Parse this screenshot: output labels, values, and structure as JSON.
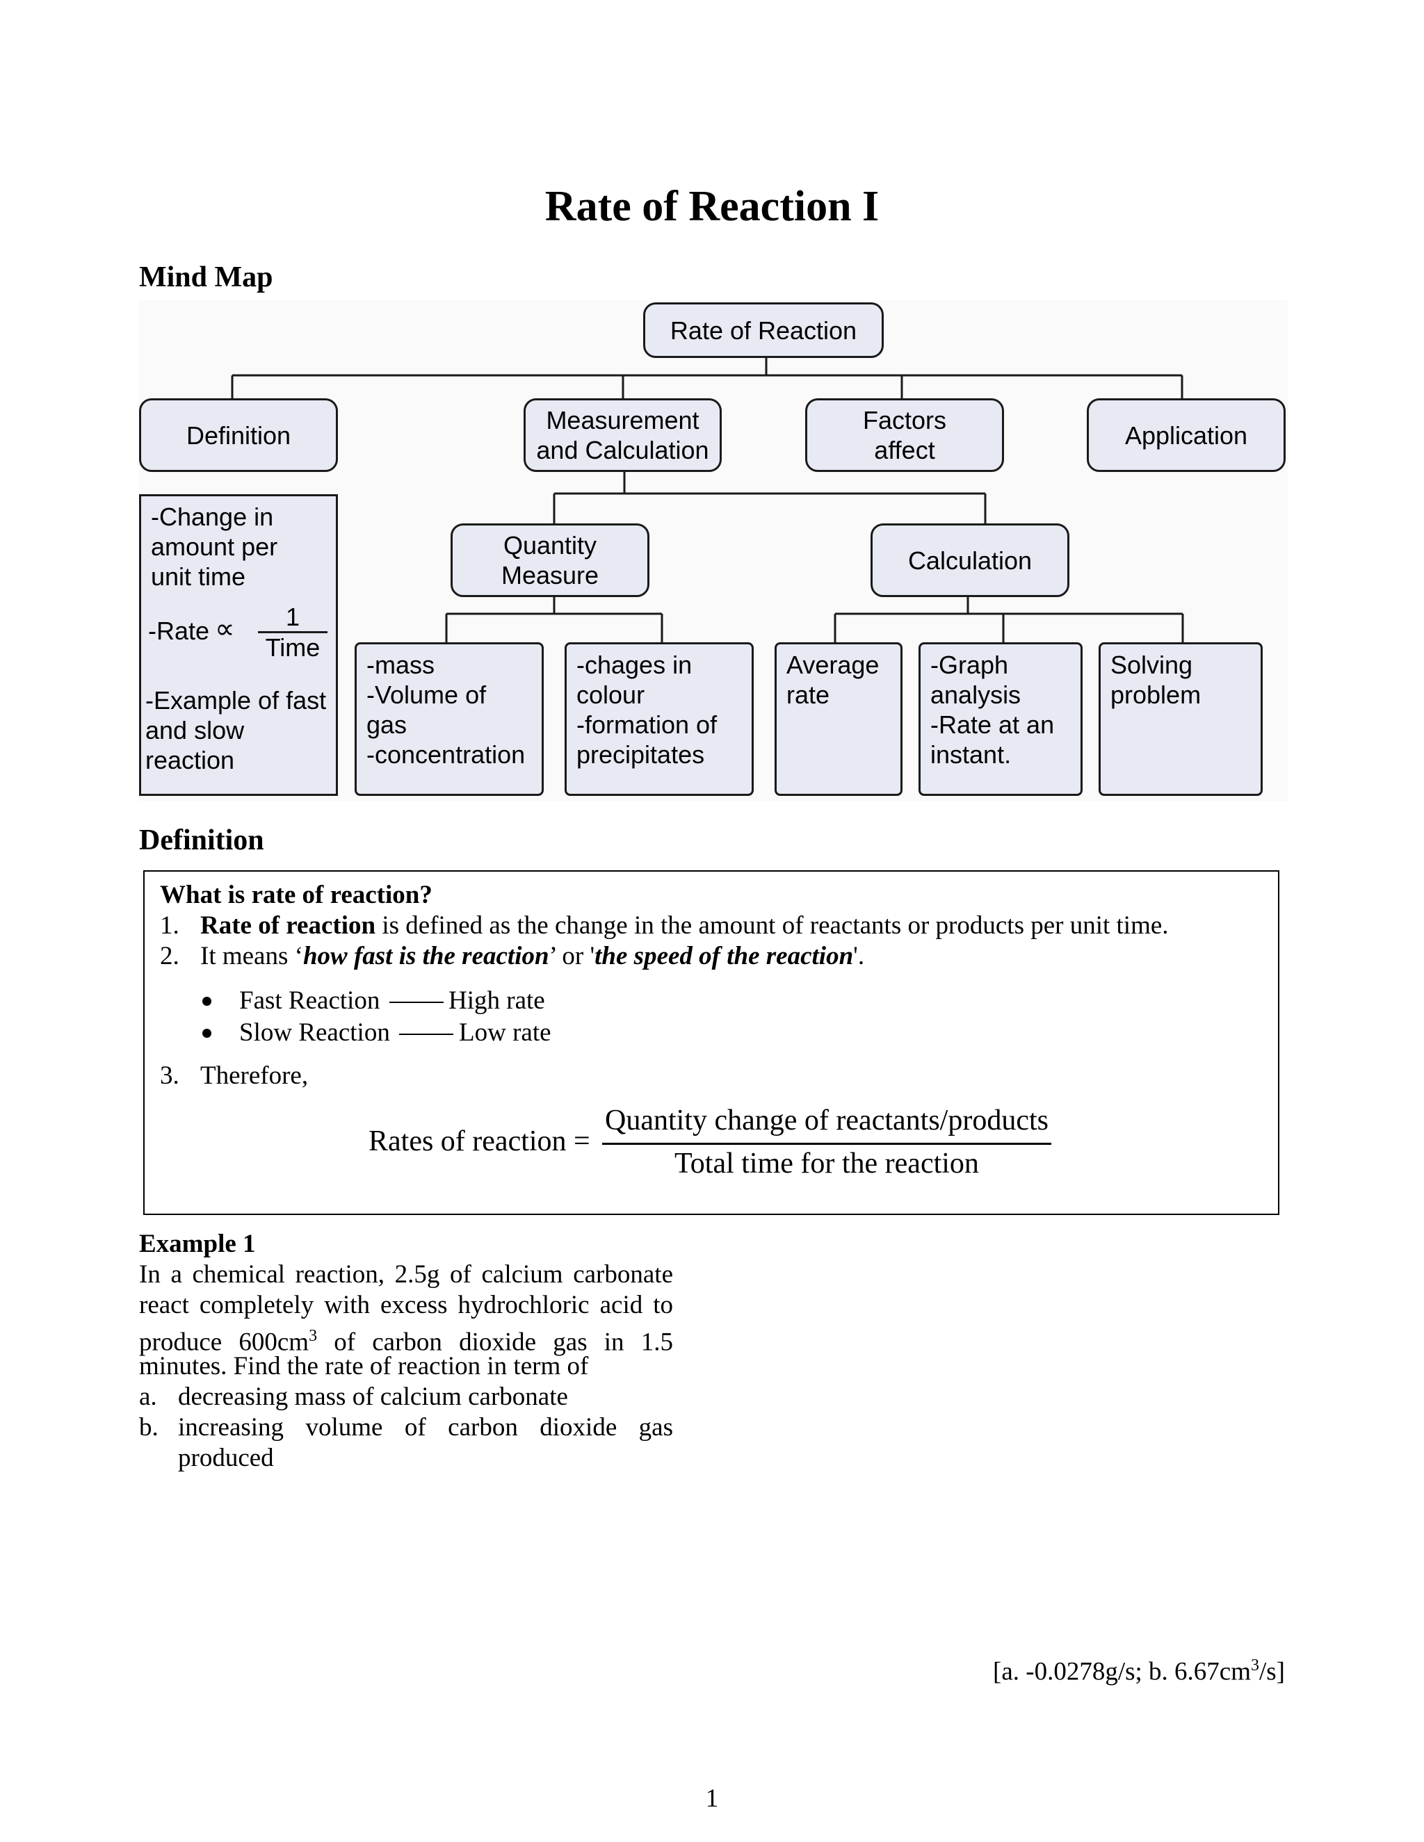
{
  "page_title": "Rate of Reaction I",
  "mind_map": {
    "heading": "Mind Map",
    "root": "Rate of Reaction",
    "level1": {
      "definition": "Definition",
      "measurement": "Measurement\nand Calculation",
      "factors": "Factors\naffect",
      "application": "Application"
    },
    "definition_box": {
      "line1": "-Change in\n amount per\n unit time",
      "rate_prefix": "-Rate",
      "proportional_symbol": "∝",
      "frac_numerator": "1",
      "frac_denominator": "Time",
      "line3": "-Example of fast\n and slow\n reaction"
    },
    "level2": {
      "quantity": "Quantity\nMeasure",
      "calculation": "Calculation"
    },
    "leaves": {
      "quantity_a": "-mass\n-Volume of\n gas\n-concentration",
      "quantity_b": "-chages in\n colour\n-formation of\n precipitates",
      "calc_a": "Average\nrate",
      "calc_b": "-Graph\n analysis\n-Rate at an\n instant.",
      "calc_c": "Solving\nproblem"
    }
  },
  "definition_section": {
    "heading": "Definition",
    "question": "What is rate of reaction?",
    "item1_num": "1.",
    "item1_bold": "Rate of reaction",
    "item1_rest": " is defined as the change in the amount of reactants or products per unit time.",
    "item2_num": "2.",
    "item2_pre": "It means ‘",
    "item2_em1": "how fast is the reaction",
    "item2_mid": "’ or '",
    "item2_em2": "the speed of the reaction",
    "item2_post": "'.",
    "bullet1_left": "Fast Reaction",
    "bullet1_right": "High rate",
    "bullet2_left": "Slow Reaction",
    "bullet2_right": "Low rate",
    "item3_num": "3.",
    "item3_text": "Therefore,",
    "formula_lhs": "Rates of reaction =",
    "formula_num": "Quantity change of reactants/products",
    "formula_den": "Total time for the reaction"
  },
  "example1": {
    "heading": "Example 1",
    "line1": "In a chemical reaction, 2.5g of calcium carbonate",
    "line2": "react completely with excess hydrochloric acid to",
    "line3_pre": "produce 600cm",
    "line3_sup": "3",
    "line3_post": " of carbon dioxide gas in 1.5",
    "line4": "minutes. Find the rate of reaction in term of",
    "a_label": "a.",
    "a_text": "decreasing mass of calcium carbonate",
    "b_label": "b.",
    "b_line1": "increasing volume of carbon dioxide gas",
    "b_line2": "produced",
    "answer_pre": "[a. -0.0278g/s; b. 6.67cm",
    "answer_sup": "3",
    "answer_post": "/s]"
  },
  "page_number": "1"
}
